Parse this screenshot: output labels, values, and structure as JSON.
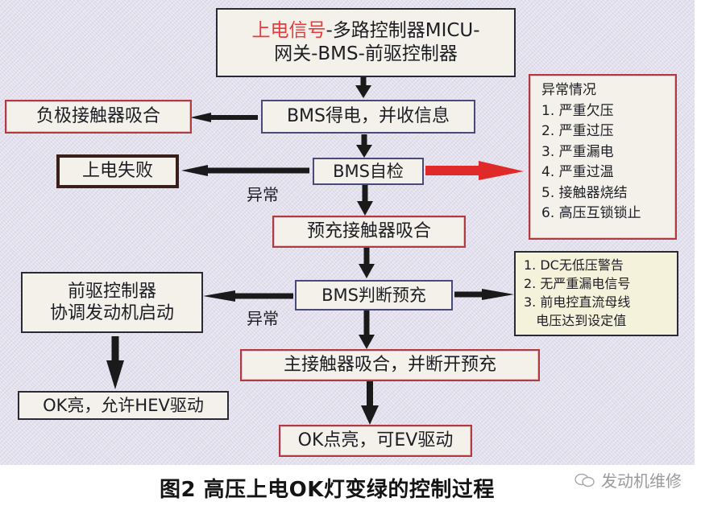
{
  "diagram": {
    "nodes": {
      "power_signal": {
        "line1_red": "上电信号",
        "line1_rest": "-多路控制器MICU-",
        "line2": "网关-BMS-前驱控制器"
      },
      "bms_powered": "BMS得电，并收信息",
      "negative_contactor": "负极接触器吸合",
      "power_fail": "上电失败",
      "bms_selfcheck": "BMS自检",
      "precharge_contactor": "预充接触器吸合",
      "front_controller": {
        "line1": "前驱控制器",
        "line2": "协调发动机启动"
      },
      "bms_judge": "BMS判断预充",
      "main_contactor": "主接触器吸合，并断开预充",
      "ok_hev": "OK亮，允许HEV驱动",
      "ok_ev": "OK点亮，可EV驱动"
    },
    "abnormal_box": {
      "title": "异常情况",
      "items": [
        "1. 严重欠压",
        "2. 严重过压",
        "3. 严重漏电",
        "4. 严重过温",
        "5. 接触器烧结",
        "6. 高压互锁锁止"
      ]
    },
    "conditions_box": {
      "items": [
        "1. DC无低压警告",
        "2. 无严重漏电信号",
        "3. 前电控直流母线",
        "   电压达到设定值"
      ]
    },
    "edge_labels": {
      "abnormal_1": "异常",
      "abnormal_2": "异常"
    },
    "colors": {
      "highlight_red": "#e8393c",
      "arrow_red": "#e02a2a",
      "arrow_dark": "#1a1a1a"
    }
  },
  "caption": "图2 高压上电OK灯变绿的控制过程",
  "watermark": "发动机维修"
}
